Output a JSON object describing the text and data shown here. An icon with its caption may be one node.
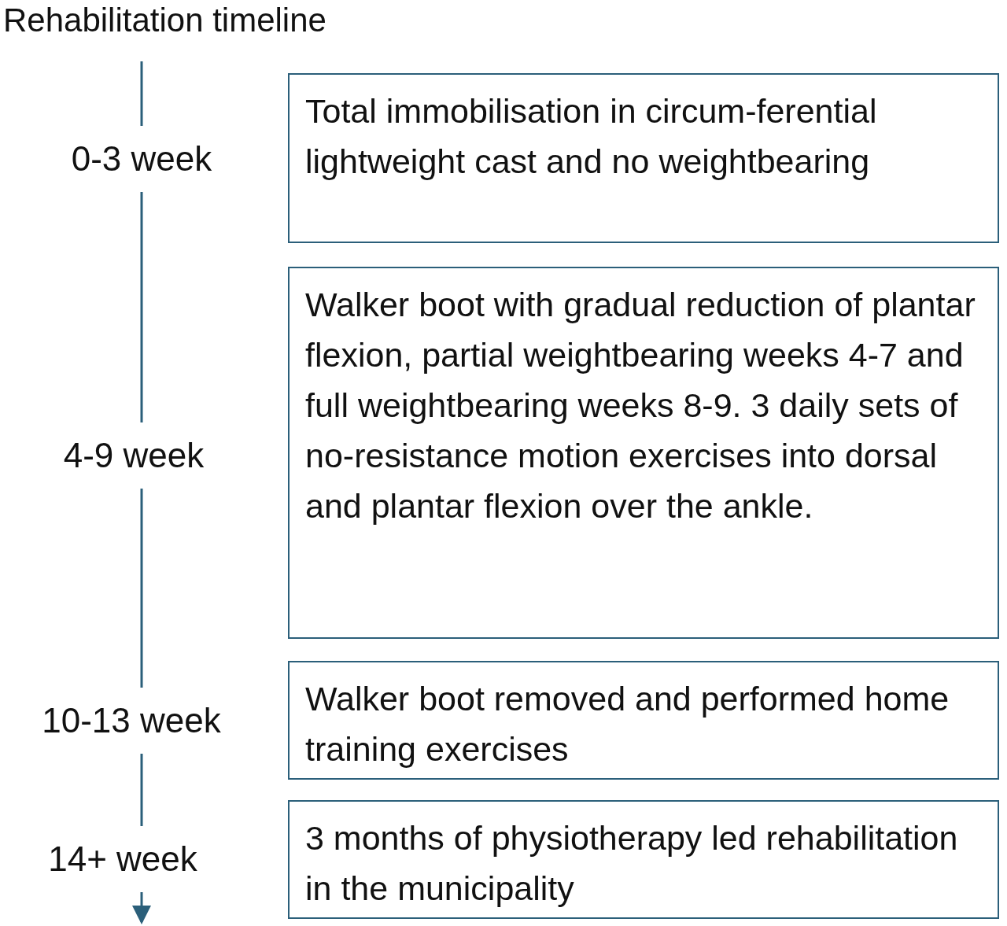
{
  "diagram": {
    "title": "Rehabilitation timeline",
    "nodes": [
      {
        "text": [
          "0-3 week"
        ]
      },
      {
        "text": [
          "Total immobilisation in circum-ferential lightweight cast and no weightbearing"
        ]
      },
      {
        "text": [
          "4-9 week"
        ]
      },
      {
        "text": [
          "Walker boot with gradual reduction of plantar flexion, partial weightbearing weeks 4-7 and full weightbearing weeks 8-9. 3 daily sets of no-resistance motion exercises into dorsal and plantar flexion over the ankle."
        ]
      },
      {
        "text": [
          "10-13 week"
        ]
      },
      {
        "text": [
          "Walker boot removed and performed home training exercises"
        ]
      },
      {
        "text": [
          "14+ week"
        ]
      },
      {
        "text": [
          "3 months of physiotherapy led rehabilitation in the municipality"
        ]
      }
    ],
    "edges": [
      {
        "from": null,
        "to": 0,
        "arrow": "none"
      },
      {
        "from": 0,
        "to": 2,
        "arrow": "none"
      },
      {
        "from": 2,
        "to": 4,
        "arrow": "none"
      },
      {
        "from": 4,
        "to": 6,
        "arrow": "none"
      },
      {
        "from": 6,
        "to": null,
        "arrow": "to"
      }
    ]
  }
}
